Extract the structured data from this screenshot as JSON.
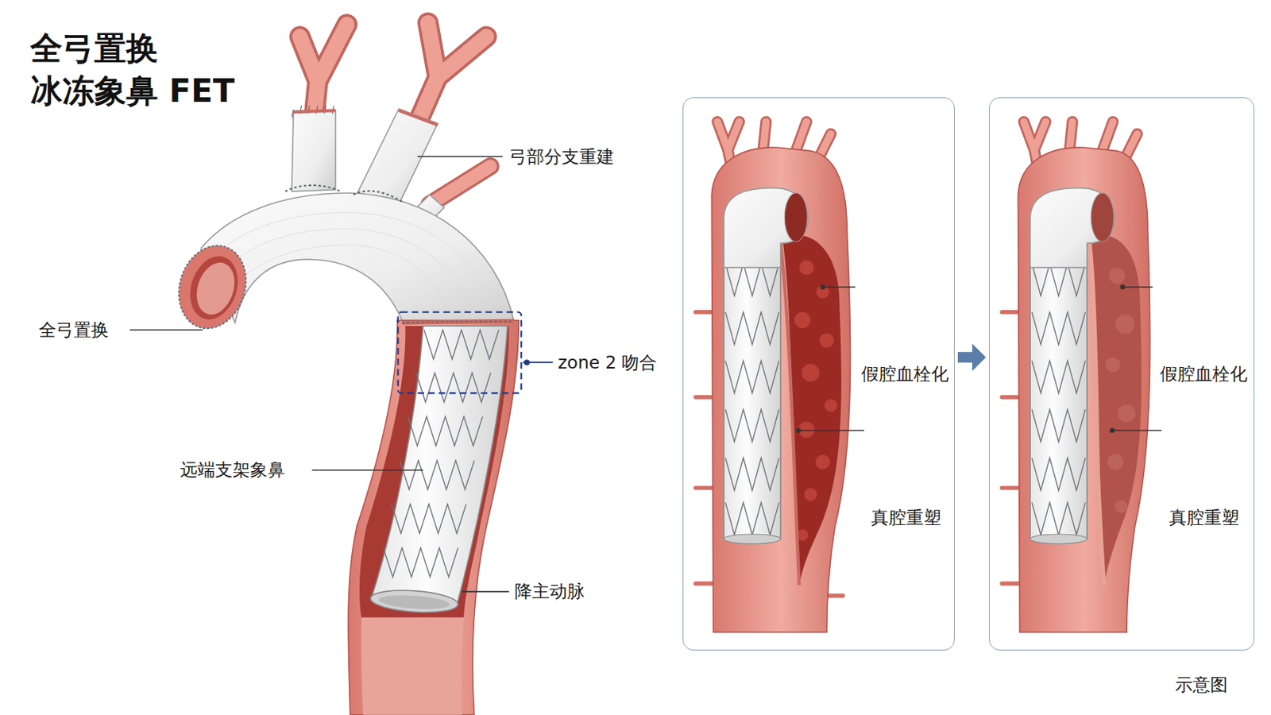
{
  "diagram": {
    "title": "全弓置换 冰冻象鼻 FET",
    "caption": "示意图",
    "nodes": [
      {
        "text": [
          "假腔血栓化",
          "真腔重塑"
        ]
      },
      {
        "text": [
          "假腔血栓化",
          "真腔重塑"
        ]
      }
    ],
    "edges": [
      {
        "from": 0,
        "to": 1,
        "arrow": "to"
      }
    ],
    "labels": [
      "弓部分支重建",
      "全弓置换",
      "zone 2 吻合",
      "远端支架象鼻",
      "降主动脉"
    ]
  }
}
